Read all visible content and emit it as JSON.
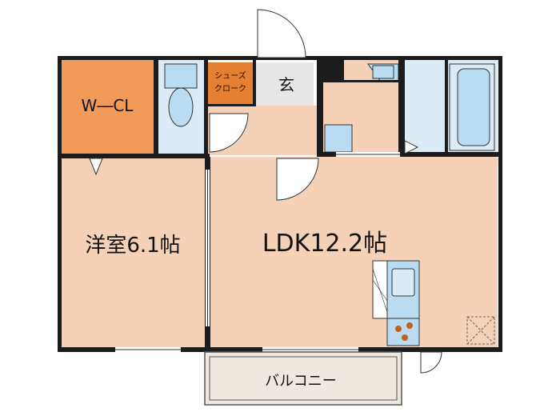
{
  "rooms": {
    "walk_in_closet": "W―CL",
    "western_room": "洋室6.1帖",
    "ldk": "LDK12.2帖",
    "shoes_closet_line1": "シューズ",
    "shoes_closet_line2": "クローク",
    "entrance": "玄",
    "balcony": "バルコニー"
  },
  "colors": {
    "room_fill": "#f5d2b7",
    "closet_fill": "#f29a58",
    "shoes_fill": "#e57f32",
    "wet_area_fill": "#dcecf7",
    "fixture_fill": "#b9dcf2",
    "entrance_fill": "#e6e6e6",
    "balcony_fill": "#efe8e0",
    "wall": "#1c1c1c"
  }
}
